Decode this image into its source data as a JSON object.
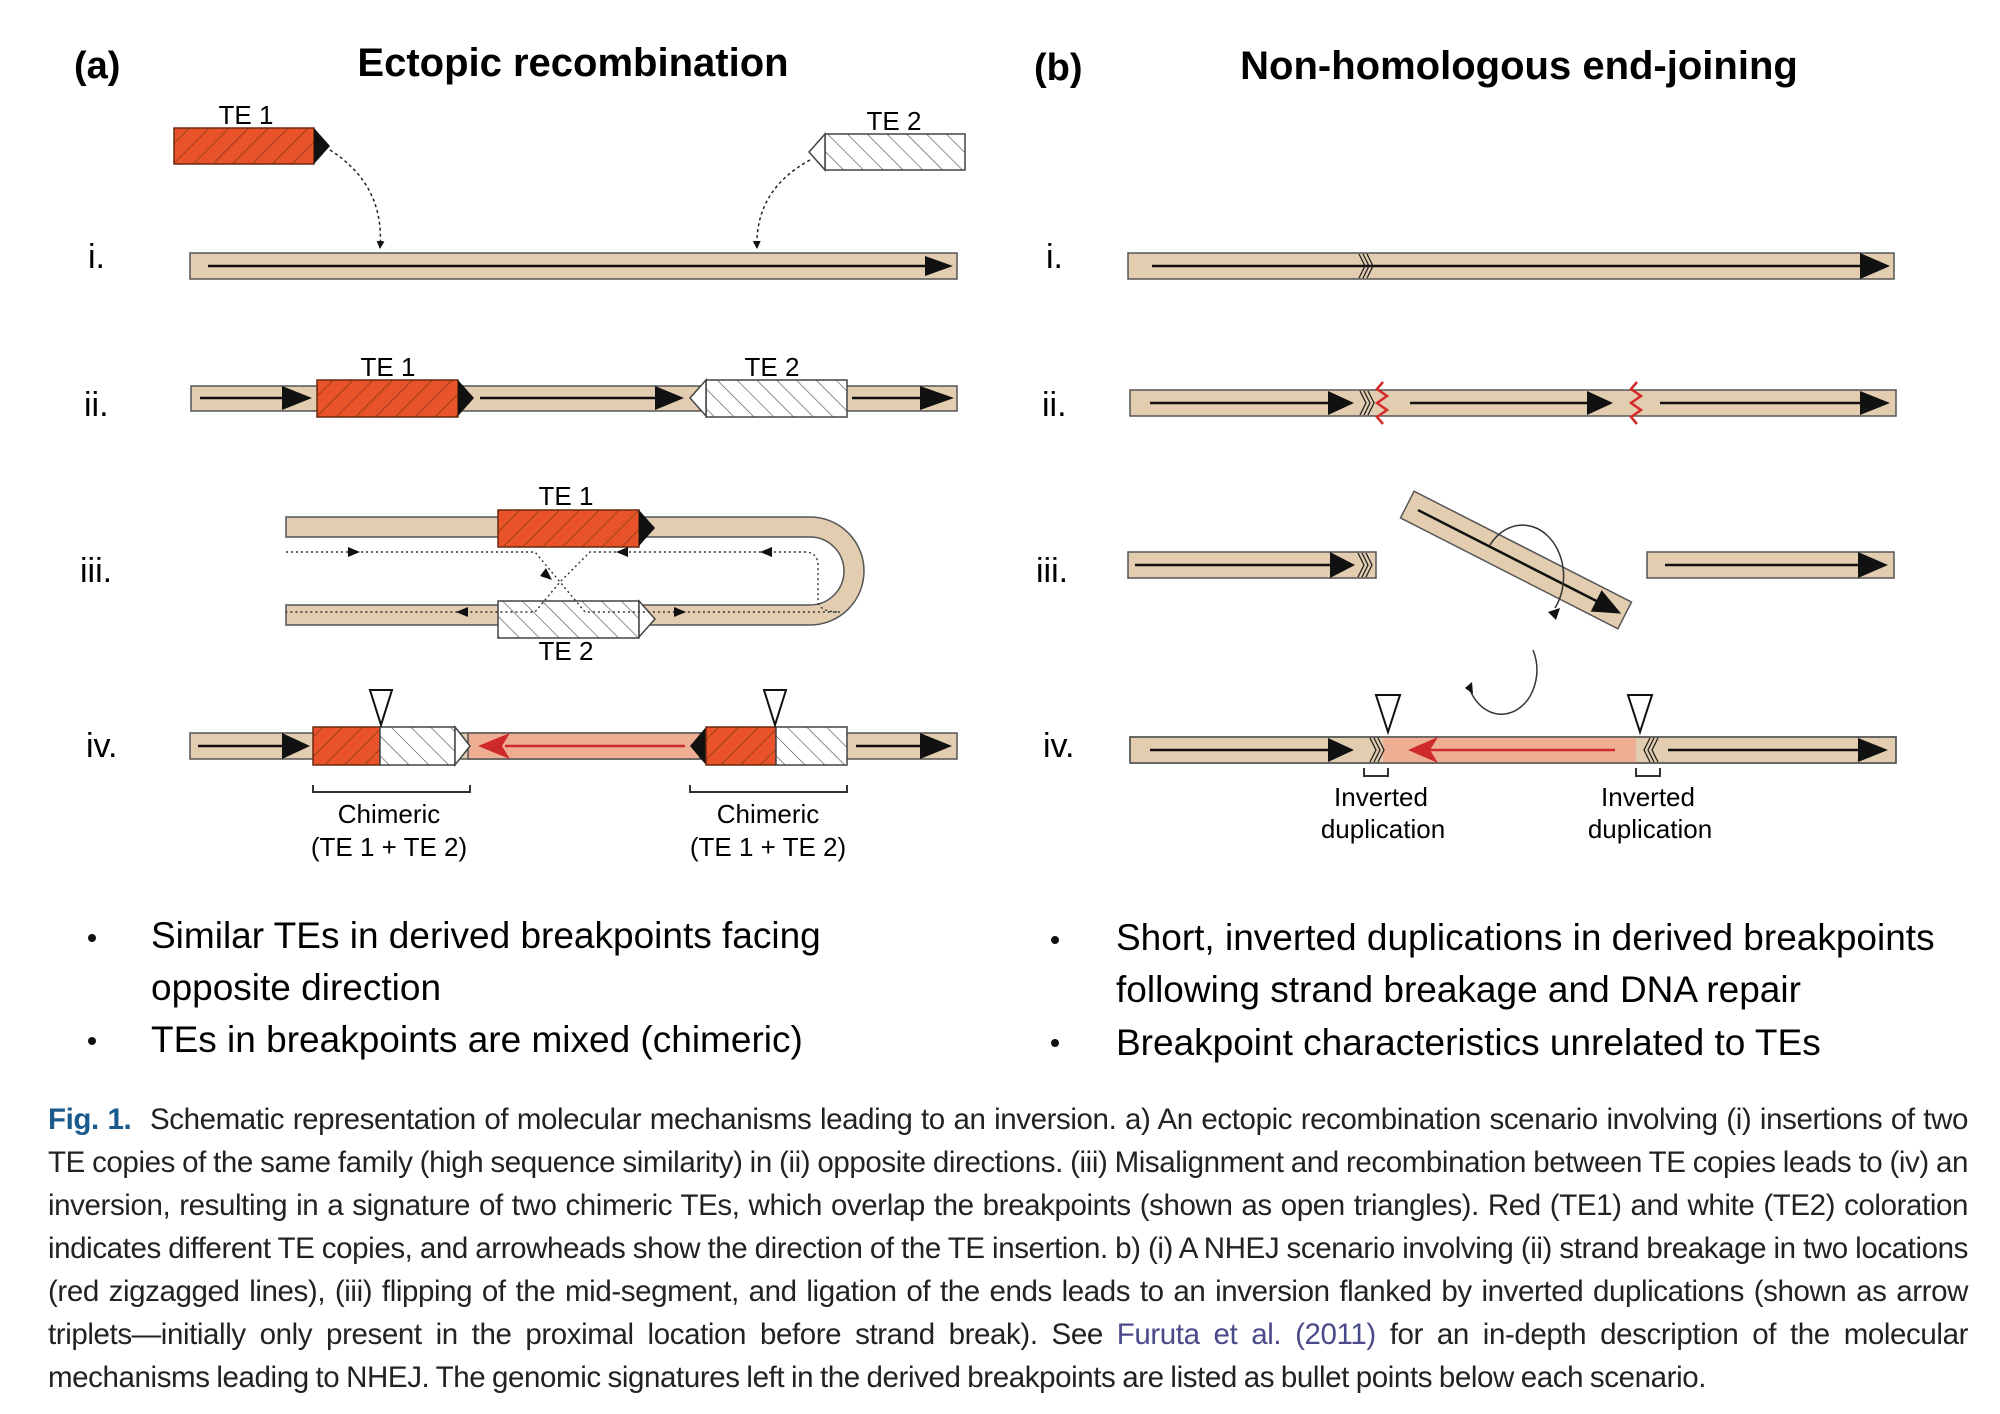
{
  "panels": {
    "a": {
      "letter": "(a)",
      "title": "Ectopic recombination",
      "rows": [
        "i.",
        "ii.",
        "iii.",
        "iv."
      ],
      "te1_label": "TE 1",
      "te2_label": "TE 2",
      "chimeric_label_line1": "Chimeric",
      "chimeric_label_line2": "(TE 1 + TE 2)",
      "bullets": [
        {
          "line1": "Similar TEs in derived breakpoints facing",
          "line2": "opposite direction"
        },
        {
          "line1": "TEs in breakpoints are mixed (chimeric)"
        }
      ]
    },
    "b": {
      "letter": "(b)",
      "title": "Non-homologous end-joining",
      "rows": [
        "i.",
        "ii.",
        "iii.",
        "iv."
      ],
      "inverted_dup_line1": "Inverted",
      "inverted_dup_line2": "duplication",
      "bullets": [
        {
          "line1": "Short, inverted duplications in derived breakpoints",
          "line2": "following strand breakage and DNA repair"
        },
        {
          "line1": "Breakpoint characteristics unrelated to TEs"
        }
      ]
    }
  },
  "caption": {
    "fig_label": "Fig. 1.",
    "text_before_link": "Schematic representation of molecular mechanisms leading to an inversion. a) An ectopic recombination scenario involving (i) insertions of two TE copies of the same family (high sequence similarity) in (ii) opposite directions. (iii) Misalignment and recombination between TE copies leads to (iv) an inversion, resulting in a signature of two chimeric TEs, which overlap the breakpoints (shown as open triangles). Red (TE1) and white (TE2) coloration indicates different TE copies, and arrowheads show the direction of the TE insertion. b) (i) A NHEJ scenario involving (ii) strand breakage in two locations (red zigzagged lines), (iii) flipping of the mid-segment, and ligation of the ends leads to an inversion flanked by inverted duplications (shown as arrow triplets—initially only present in the proximal location before strand break). See",
    "link_text": "Furuta et al. (2011)",
    "text_after_link": "for an in-depth description of the molecular mechanisms leading to NHEJ. The genomic signatures left in the derived breakpoints are listed as bullet points below each scenario."
  },
  "colors": {
    "strand": "#e3cdb0",
    "te1": "#e8532a",
    "inverted_segment": "#eeae94",
    "inverted_arrow": "#cf2a2a",
    "break_zigzag": "#d42a2a",
    "fig_label": "#1a5a8c",
    "link": "#4a4a8a"
  }
}
